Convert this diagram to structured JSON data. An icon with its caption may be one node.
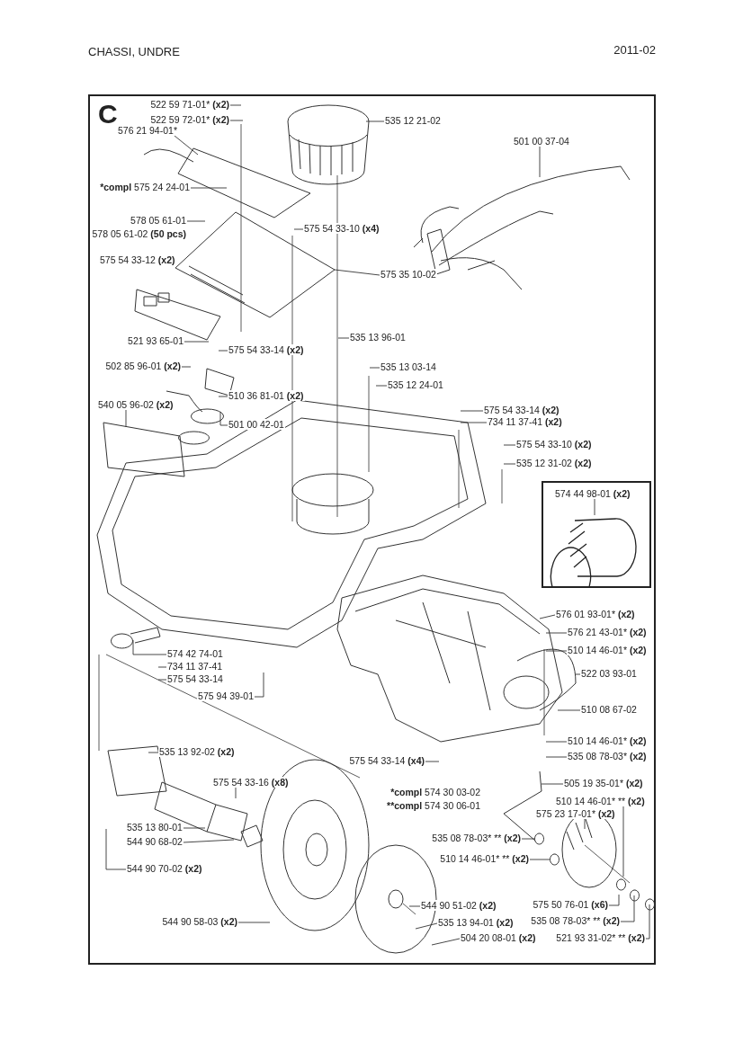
{
  "diagram": {
    "title": "CHASSI, UNDRE",
    "nodes": [
      {
        "text": [
          "522 59 71-01* (x2)"
        ]
      },
      {
        "text": [
          "522 59 72-01* (x2)"
        ]
      },
      {
        "text": [
          "576 21 94-01*"
        ]
      },
      {
        "text": [
          "*compl 575 24 24-01"
        ]
      },
      {
        "text": [
          "578 05 61-01"
        ]
      },
      {
        "text": [
          "521 93 65-01"
        ]
      },
      {
        "text": [
          "502 85 96-01 (x2)"
        ]
      },
      {
        "text": [
          "540 05 96-02 (x2)"
        ]
      },
      {
        "text": [
          "575 54 33-14 (x2)"
        ]
      },
      {
        "text": [
          "510 36 81-01 (x2)"
        ]
      },
      {
        "text": [
          "501 00 42-01"
        ]
      },
      {
        "text": [
          "535 12 21-02"
        ]
      },
      {
        "text": [
          "501 00 37-04"
        ]
      },
      {
        "text": [
          "575 54 33-10 (x4)"
        ]
      },
      {
        "text": [
          "575 35 10-02"
        ]
      },
      {
        "text": [
          "535 13 96-01"
        ]
      },
      {
        "text": [
          "535 13 03-14"
        ]
      },
      {
        "text": [
          "535 12 24-01"
        ]
      },
      {
        "text": [
          "575 54 33-14 (x2)"
        ]
      },
      {
        "text": [
          "734 11 37-41 (x2)"
        ]
      },
      {
        "text": [
          "575 54 33-10 (x2)"
        ]
      },
      {
        "text": [
          "535 12 31-02 (x2)"
        ]
      },
      {
        "text": [
          "574 44 98-01 (x2)"
        ]
      },
      {
        "text": [
          "576 01 93-01* (x2)"
        ]
      },
      {
        "text": [
          "576 21 43-01* (x2)"
        ]
      },
      {
        "text": [
          "510 14 46-01* (x2)"
        ]
      },
      {
        "text": [
          "522 03 93-01"
        ]
      },
      {
        "text": [
          "510 08 67-02"
        ]
      },
      {
        "text": [
          "510 14 46-01* (x2)"
        ]
      },
      {
        "text": [
          "535 08 78-03* (x2)"
        ]
      },
      {
        "text": [
          "505 19 35-01* (x2)"
        ]
      },
      {
        "text": [
          "510 14 46-01* ** (x2)"
        ]
      },
      {
        "text": [
          "575 23 17-01* (x2)"
        ]
      },
      {
        "text": [
          "535 08 78-03* ** (x2)"
        ]
      },
      {
        "text": [
          "510 14 46-01* ** (x2)"
        ]
      },
      {
        "text": [
          "575 50 76-01 (x6)"
        ]
      },
      {
        "text": [
          "535 08 78-03* ** (x2)"
        ]
      },
      {
        "text": [
          "521 93 31-02* ** (x2)"
        ]
      },
      {
        "text": [
          "544 90 51-02 (x2)"
        ]
      },
      {
        "text": [
          "535 13 94-01 (x2)"
        ]
      },
      {
        "text": [
          "504 20 08-01 (x2)"
        ]
      },
      {
        "text": [
          "544 90 58-03 (x2)"
        ]
      },
      {
        "text": [
          "544 90 70-02 (x2)"
        ]
      },
      {
        "text": [
          "544 90 68-02"
        ]
      },
      {
        "text": [
          "535 13 80-01"
        ]
      },
      {
        "text": [
          "575 54 33-16 (x8)"
        ]
      },
      {
        "text": [
          "535 13 92-02 (x2)"
        ]
      },
      {
        "text": [
          "575 54 33-14 (x4)"
        ]
      },
      {
        "text": [
          "575 94 39-01"
        ]
      },
      {
        "text": [
          "574 42 74-01"
        ]
      },
      {
        "text": [
          "734 11 37-41"
        ]
      },
      {
        "text": [
          "575 54 33-14"
        ]
      },
      {
        "text": [
          "578 05 61-02 (50 pcs)"
        ]
      },
      {
        "text": [
          "575 54 33-12 (x2)"
        ]
      },
      {
        "text": [
          "*compl 574 30 03-02"
        ]
      },
      {
        "text": [
          "**compl 574 30 06-01"
        ]
      }
    ],
    "edges": [
      {
        "from": 0,
        "to": null,
        "arrow": "none"
      },
      {
        "from": 1,
        "to": null,
        "arrow": "none"
      },
      {
        "from": 2,
        "to": null,
        "arrow": "none"
      },
      {
        "from": 3,
        "to": null,
        "arrow": "none"
      },
      {
        "from": 4,
        "to": null,
        "arrow": "none"
      },
      {
        "from": 5,
        "to": null,
        "arrow": "none"
      },
      {
        "from": 6,
        "to": null,
        "arrow": "none"
      },
      {
        "from": 7,
        "to": null,
        "arrow": "none"
      },
      {
        "from": 8,
        "to": null,
        "arrow": "none"
      },
      {
        "from": 9,
        "to": null,
        "arrow": "none"
      },
      {
        "from": 10,
        "to": null,
        "arrow": "none"
      },
      {
        "from": 11,
        "to": null,
        "arrow": "none"
      },
      {
        "from": 12,
        "to": null,
        "arrow": "none"
      },
      {
        "from": 13,
        "to": null,
        "arrow": "none"
      },
      {
        "from": 14,
        "to": null,
        "arrow": "none"
      },
      {
        "from": 15,
        "to": null,
        "arrow": "none"
      },
      {
        "from": 16,
        "to": null,
        "arrow": "none"
      },
      {
        "from": 17,
        "to": null,
        "arrow": "none"
      },
      {
        "from": 18,
        "to": null,
        "arrow": "none"
      },
      {
        "from": 19,
        "to": null,
        "arrow": "none"
      },
      {
        "from": 20,
        "to": null,
        "arrow": "none"
      },
      {
        "from": 21,
        "to": null,
        "arrow": "none"
      },
      {
        "from": 22,
        "to": null,
        "arrow": "none"
      },
      {
        "from": 23,
        "to": null,
        "arrow": "none"
      },
      {
        "from": 24,
        "to": null,
        "arrow": "none"
      },
      {
        "from": 25,
        "to": null,
        "arrow": "none"
      },
      {
        "from": 26,
        "to": null,
        "arrow": "none"
      },
      {
        "from": 27,
        "to": null,
        "arrow": "none"
      },
      {
        "from": 28,
        "to": null,
        "arrow": "none"
      },
      {
        "from": 29,
        "to": null,
        "arrow": "none"
      },
      {
        "from": 30,
        "to": null,
        "arrow": "none"
      },
      {
        "from": 31,
        "to": null,
        "arrow": "none"
      },
      {
        "from": 32,
        "to": null,
        "arrow": "none"
      },
      {
        "from": 33,
        "to": null,
        "arrow": "none"
      },
      {
        "from": 34,
        "to": null,
        "arrow": "none"
      },
      {
        "from": 35,
        "to": null,
        "arrow": "none"
      },
      {
        "from": 36,
        "to": null,
        "arrow": "none"
      },
      {
        "from": 37,
        "to": null,
        "arrow": "none"
      },
      {
        "from": 38,
        "to": null,
        "arrow": "none"
      },
      {
        "from": 39,
        "to": null,
        "arrow": "none"
      },
      {
        "from": 40,
        "to": null,
        "arrow": "none"
      },
      {
        "from": 41,
        "to": null,
        "arrow": "none"
      },
      {
        "from": 42,
        "to": null,
        "arrow": "none"
      },
      {
        "from": 43,
        "to": null,
        "arrow": "none"
      },
      {
        "from": 44,
        "to": null,
        "arrow": "none"
      },
      {
        "from": 45,
        "to": null,
        "arrow": "none"
      },
      {
        "from": 46,
        "to": null,
        "arrow": "none"
      },
      {
        "from": 47,
        "to": null,
        "arrow": "none"
      },
      {
        "from": 48,
        "to": null,
        "arrow": "none"
      },
      {
        "from": 49,
        "to": null,
        "arrow": "none"
      },
      {
        "from": 50,
        "to": null,
        "arrow": "none"
      },
      {
        "from": 51,
        "to": null,
        "arrow": "none"
      }
    ],
    "labels": [
      "2011-02",
      "C"
    ]
  }
}
